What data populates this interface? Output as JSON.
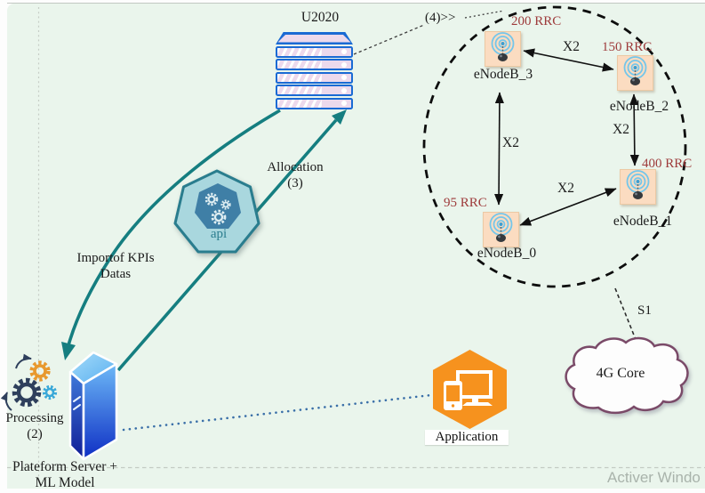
{
  "diagram": {
    "u2020_label": "U2020",
    "step4_label": "(4)>>",
    "api_label": "api",
    "allocation_label_1": "Allocation",
    "allocation_label_2": "(3)",
    "import_label_1": "Importof KPIs",
    "import_label_2": "Datas",
    "processing_label_1": "Processing",
    "processing_label_2": "(2)",
    "server_label_1": "Plateform Server +",
    "server_label_2": "ML Model",
    "application_label": "Application",
    "core_label": "4G Core",
    "s1_label": "S1",
    "x2_labels": [
      "X2",
      "X2",
      "X2",
      "X2"
    ],
    "enodebs": [
      {
        "name": "eNodeB_3",
        "rrc": "200 RRC"
      },
      {
        "name": "eNodeB_2",
        "rrc": "150 RRC"
      },
      {
        "name": "eNodeB_1",
        "rrc": "400 RRC"
      },
      {
        "name": "eNodeB_0",
        "rrc": "95 RRC"
      }
    ],
    "colors": {
      "background_mint": "#eaf5ec",
      "teal_arrow": "#157e80",
      "server_border_blue": "#1a6ad4",
      "server_fill_pink": "#ecd9ec",
      "enodeb_fill_peach": "#fbdcc1",
      "rrc_text_red": "#9e3b3b",
      "api_fill": "#a9d7de",
      "api_border": "#2a7d8e",
      "application_orange": "#f6921e",
      "cloud_border_maroon": "#7a4a68",
      "tower_blue_top": "#6db9f7",
      "tower_blue_bottom": "#0e2ec4"
    },
    "icons": {
      "u2020": "server-stack-icon",
      "api": "gear-heptagon-icon",
      "enodeb": "antenna-icon",
      "processing": "gears-icon",
      "platform_server": "server-tower-icon",
      "application": "devices-icon",
      "core": "cloud-icon"
    }
  },
  "watermark": "Activer Windo"
}
